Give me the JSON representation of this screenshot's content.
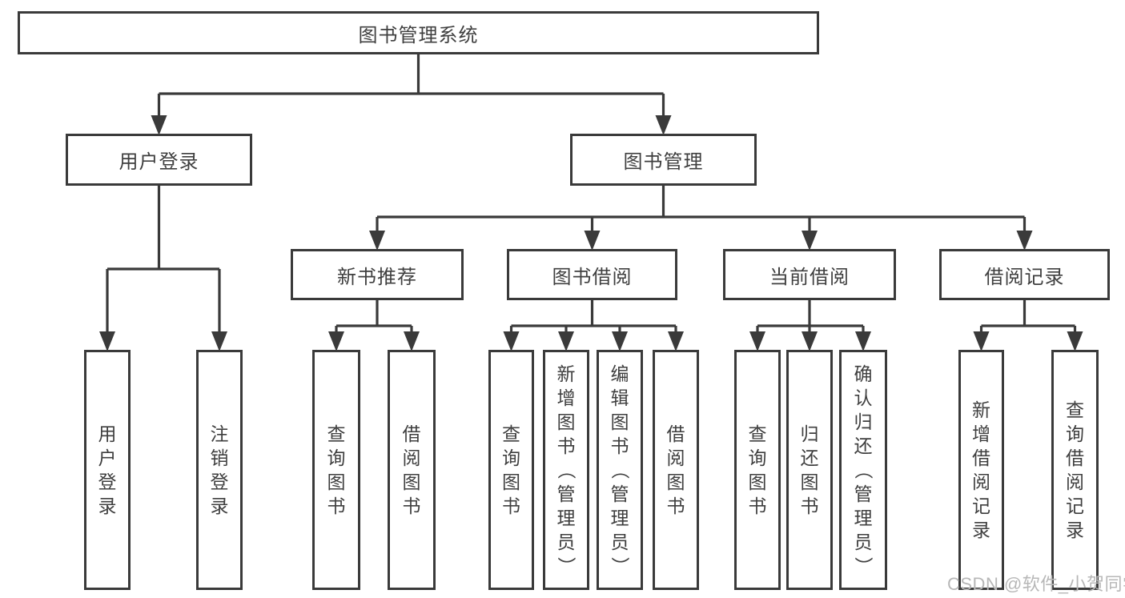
{
  "diagram": {
    "root": {
      "label": "图书管理系统"
    },
    "branches": [
      {
        "label": "用户登录",
        "children": [
          {
            "label": "用户登录"
          },
          {
            "label": "注销登录"
          }
        ]
      },
      {
        "label": "图书管理",
        "sections": [
          {
            "label": "新书推荐",
            "children": [
              {
                "label": "查询图书"
              },
              {
                "label": "借阅图书"
              }
            ]
          },
          {
            "label": "图书借阅",
            "children": [
              {
                "label": "查询图书"
              },
              {
                "label": "新增图书（管理员）"
              },
              {
                "label": "编辑图书（管理员）"
              },
              {
                "label": "借阅图书"
              }
            ]
          },
          {
            "label": "当前借阅",
            "children": [
              {
                "label": "查询图书"
              },
              {
                "label": "归还图书"
              },
              {
                "label": "确认归还（管理员）"
              }
            ]
          },
          {
            "label": "借阅记录",
            "children": [
              {
                "label": "新增借阅记录"
              },
              {
                "label": "查询借阅记录"
              }
            ]
          }
        ]
      }
    ]
  },
  "watermark": {
    "text": "CSDN @软件_小贺同学"
  },
  "colors": {
    "line": "#3a3a3a",
    "text": "#3f3f3f",
    "background": "#ffffff",
    "watermark": "#b7b7b7"
  }
}
